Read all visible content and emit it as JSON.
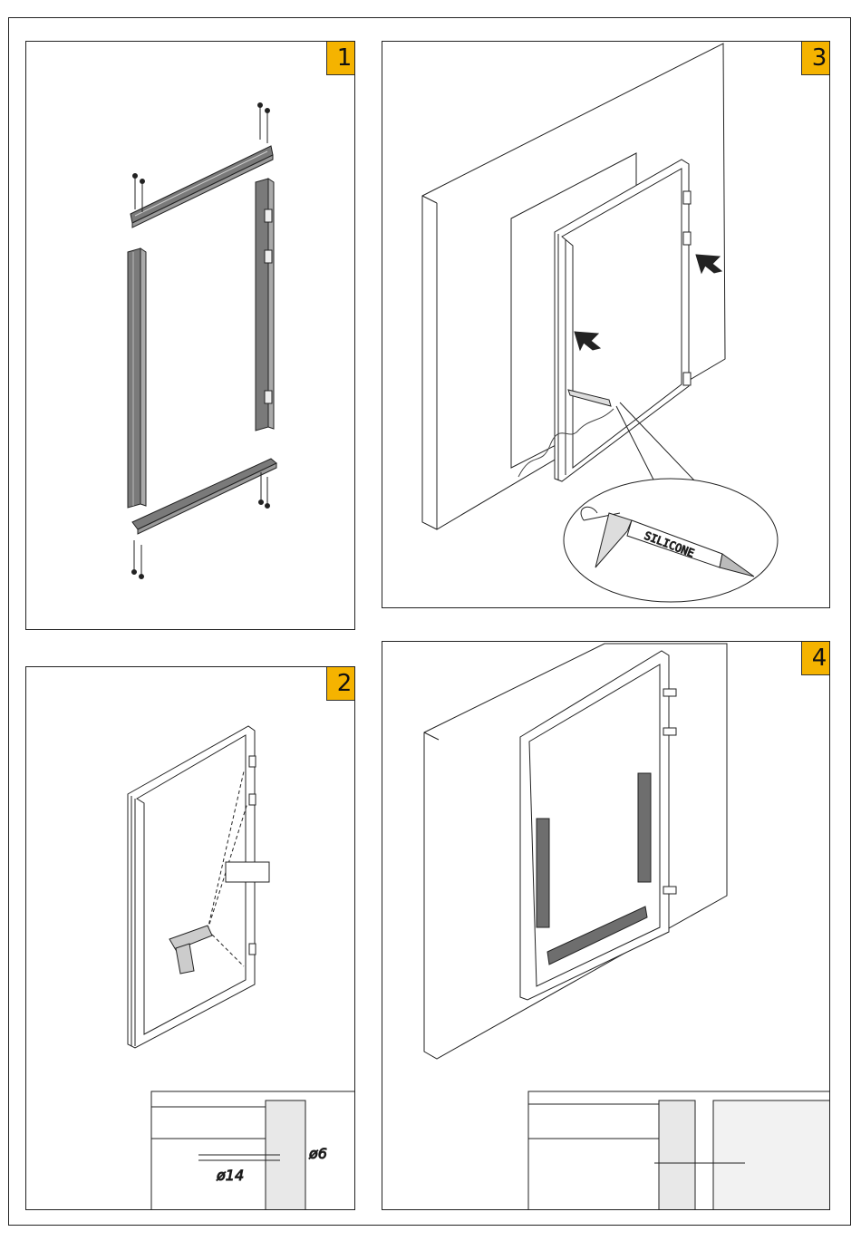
{
  "panels": [
    {
      "step": "1"
    },
    {
      "step": "2",
      "detail": {
        "drill_diameter": "ø14",
        "hole_diameter": "ø6"
      }
    },
    {
      "step": "3",
      "detail": {
        "tube_label": "SILICONE"
      }
    },
    {
      "step": "4"
    }
  ],
  "colors": {
    "badge": "#f5b300",
    "profile": "#7a7a7a",
    "level": "#6e6e6e",
    "line": "#222222"
  }
}
